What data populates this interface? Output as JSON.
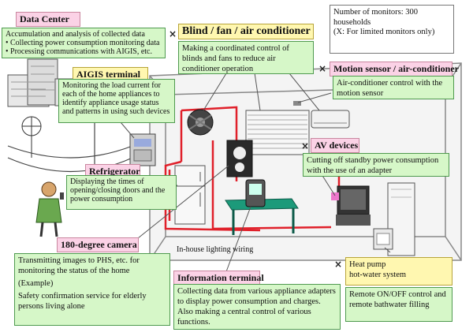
{
  "monitors": {
    "line1": "Number of monitors:  300 households",
    "line2": "(X:  For limited monitors only)"
  },
  "data_center": {
    "title": "Data Center",
    "desc": "Accumulation and analysis of collected data",
    "items": [
      "Collecting power consumption monitoring data",
      "Processing communications with AIGIS, etc."
    ]
  },
  "blind": {
    "title": "Blind / fan / air conditioner",
    "desc": "Making a coordinated control of blinds and fans to reduce air conditioner operation"
  },
  "motion": {
    "title": "Motion sensor / air-conditioner",
    "desc": "Air-conditioner control with the motion sensor"
  },
  "aigis": {
    "title": "AIGIS terminal",
    "desc": "Monitoring the load current for each of the home appliances to identify appliance usage status and patterns in using such devices"
  },
  "av": {
    "title": "AV devices",
    "desc": "Cutting off standby power consumption with the use of an adapter"
  },
  "fridge": {
    "title": "Refrigerator",
    "desc": "Displaying the times of opening/closing doors and the power consumption"
  },
  "camera": {
    "title": "180-degree camera",
    "desc1": "Transmitting images to PHS, etc. for monitoring the status of the home",
    "desc2": "(Example)",
    "desc3": "Safety confirmation service for elderly persons living alone"
  },
  "lighting": {
    "label": "In-house lighting wiring"
  },
  "info": {
    "title": "Information terminal",
    "desc": "Collecting data from various appliance adapters to display power consumption and charges. Also making a central control of various functions."
  },
  "heatpump": {
    "title": "Heat pump\nhot-water system",
    "desc": "Remote ON/OFF control and remote bathwater filling"
  },
  "marks": {
    "x": "×"
  },
  "colors": {
    "title_bg": "#fbd2e6",
    "note_bg": "#d6f7c8",
    "highlight_bg": "#fff7b0",
    "wiring": "#e0202a",
    "floor": "#1c9a7a"
  }
}
